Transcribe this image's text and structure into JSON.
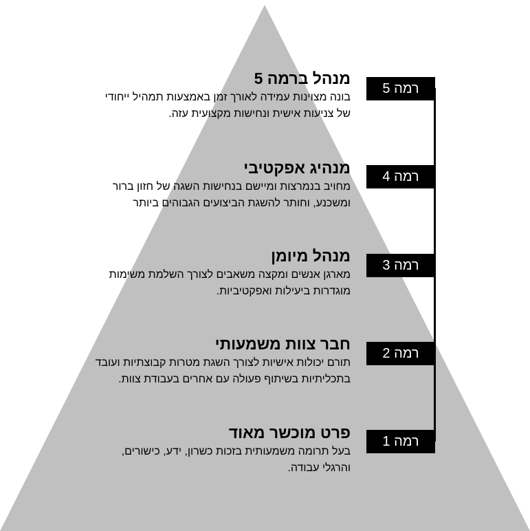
{
  "colors": {
    "pyramid_fill": "#c0c0c0",
    "badge_fill": "#000000",
    "badge_text": "#ffffff",
    "text": "#000000"
  },
  "levels": [
    {
      "badge": "רמה 5",
      "title": "מנהל ברמה 5",
      "desc_lines": [
        "בונה מצוינות עמידה לאורך זמן באמצעות תמהיל ייחודי",
        "של צניעות אישית ונחישות מקצועית עזה."
      ]
    },
    {
      "badge": "רמה 4",
      "title": "מנהיג אפקטיבי",
      "desc_lines": [
        "מחויב בנמרצות ומיישם בנחישות השגה של חזון ברור",
        "ומשכנע, וחותר להשגת הביצועים הגבוהים ביותר"
      ]
    },
    {
      "badge": "רמה 3",
      "title": "מנהל מיומן",
      "desc_lines": [
        "מארגן אנשים ומקצה משאבים לצורך השלמת משימות",
        "מוגדרות ביעילות ואפקטיביות."
      ]
    },
    {
      "badge": "רמה 2",
      "title": "חבר צוות משמעותי",
      "desc_lines": [
        "תורם יכולות אישיות לצורך השגת מטרות קבוצתיות ועובד",
        "בתכליתיות בשיתוף פעולה עם אחרים בעבודת צוות."
      ]
    },
    {
      "badge": "רמה 1",
      "title": "פרט מוכשר מאוד",
      "desc_lines": [
        "בעל תרומה משמעותית בזכות כשרון, ידע, כישורים,",
        "והרגלי עבודה."
      ]
    }
  ]
}
